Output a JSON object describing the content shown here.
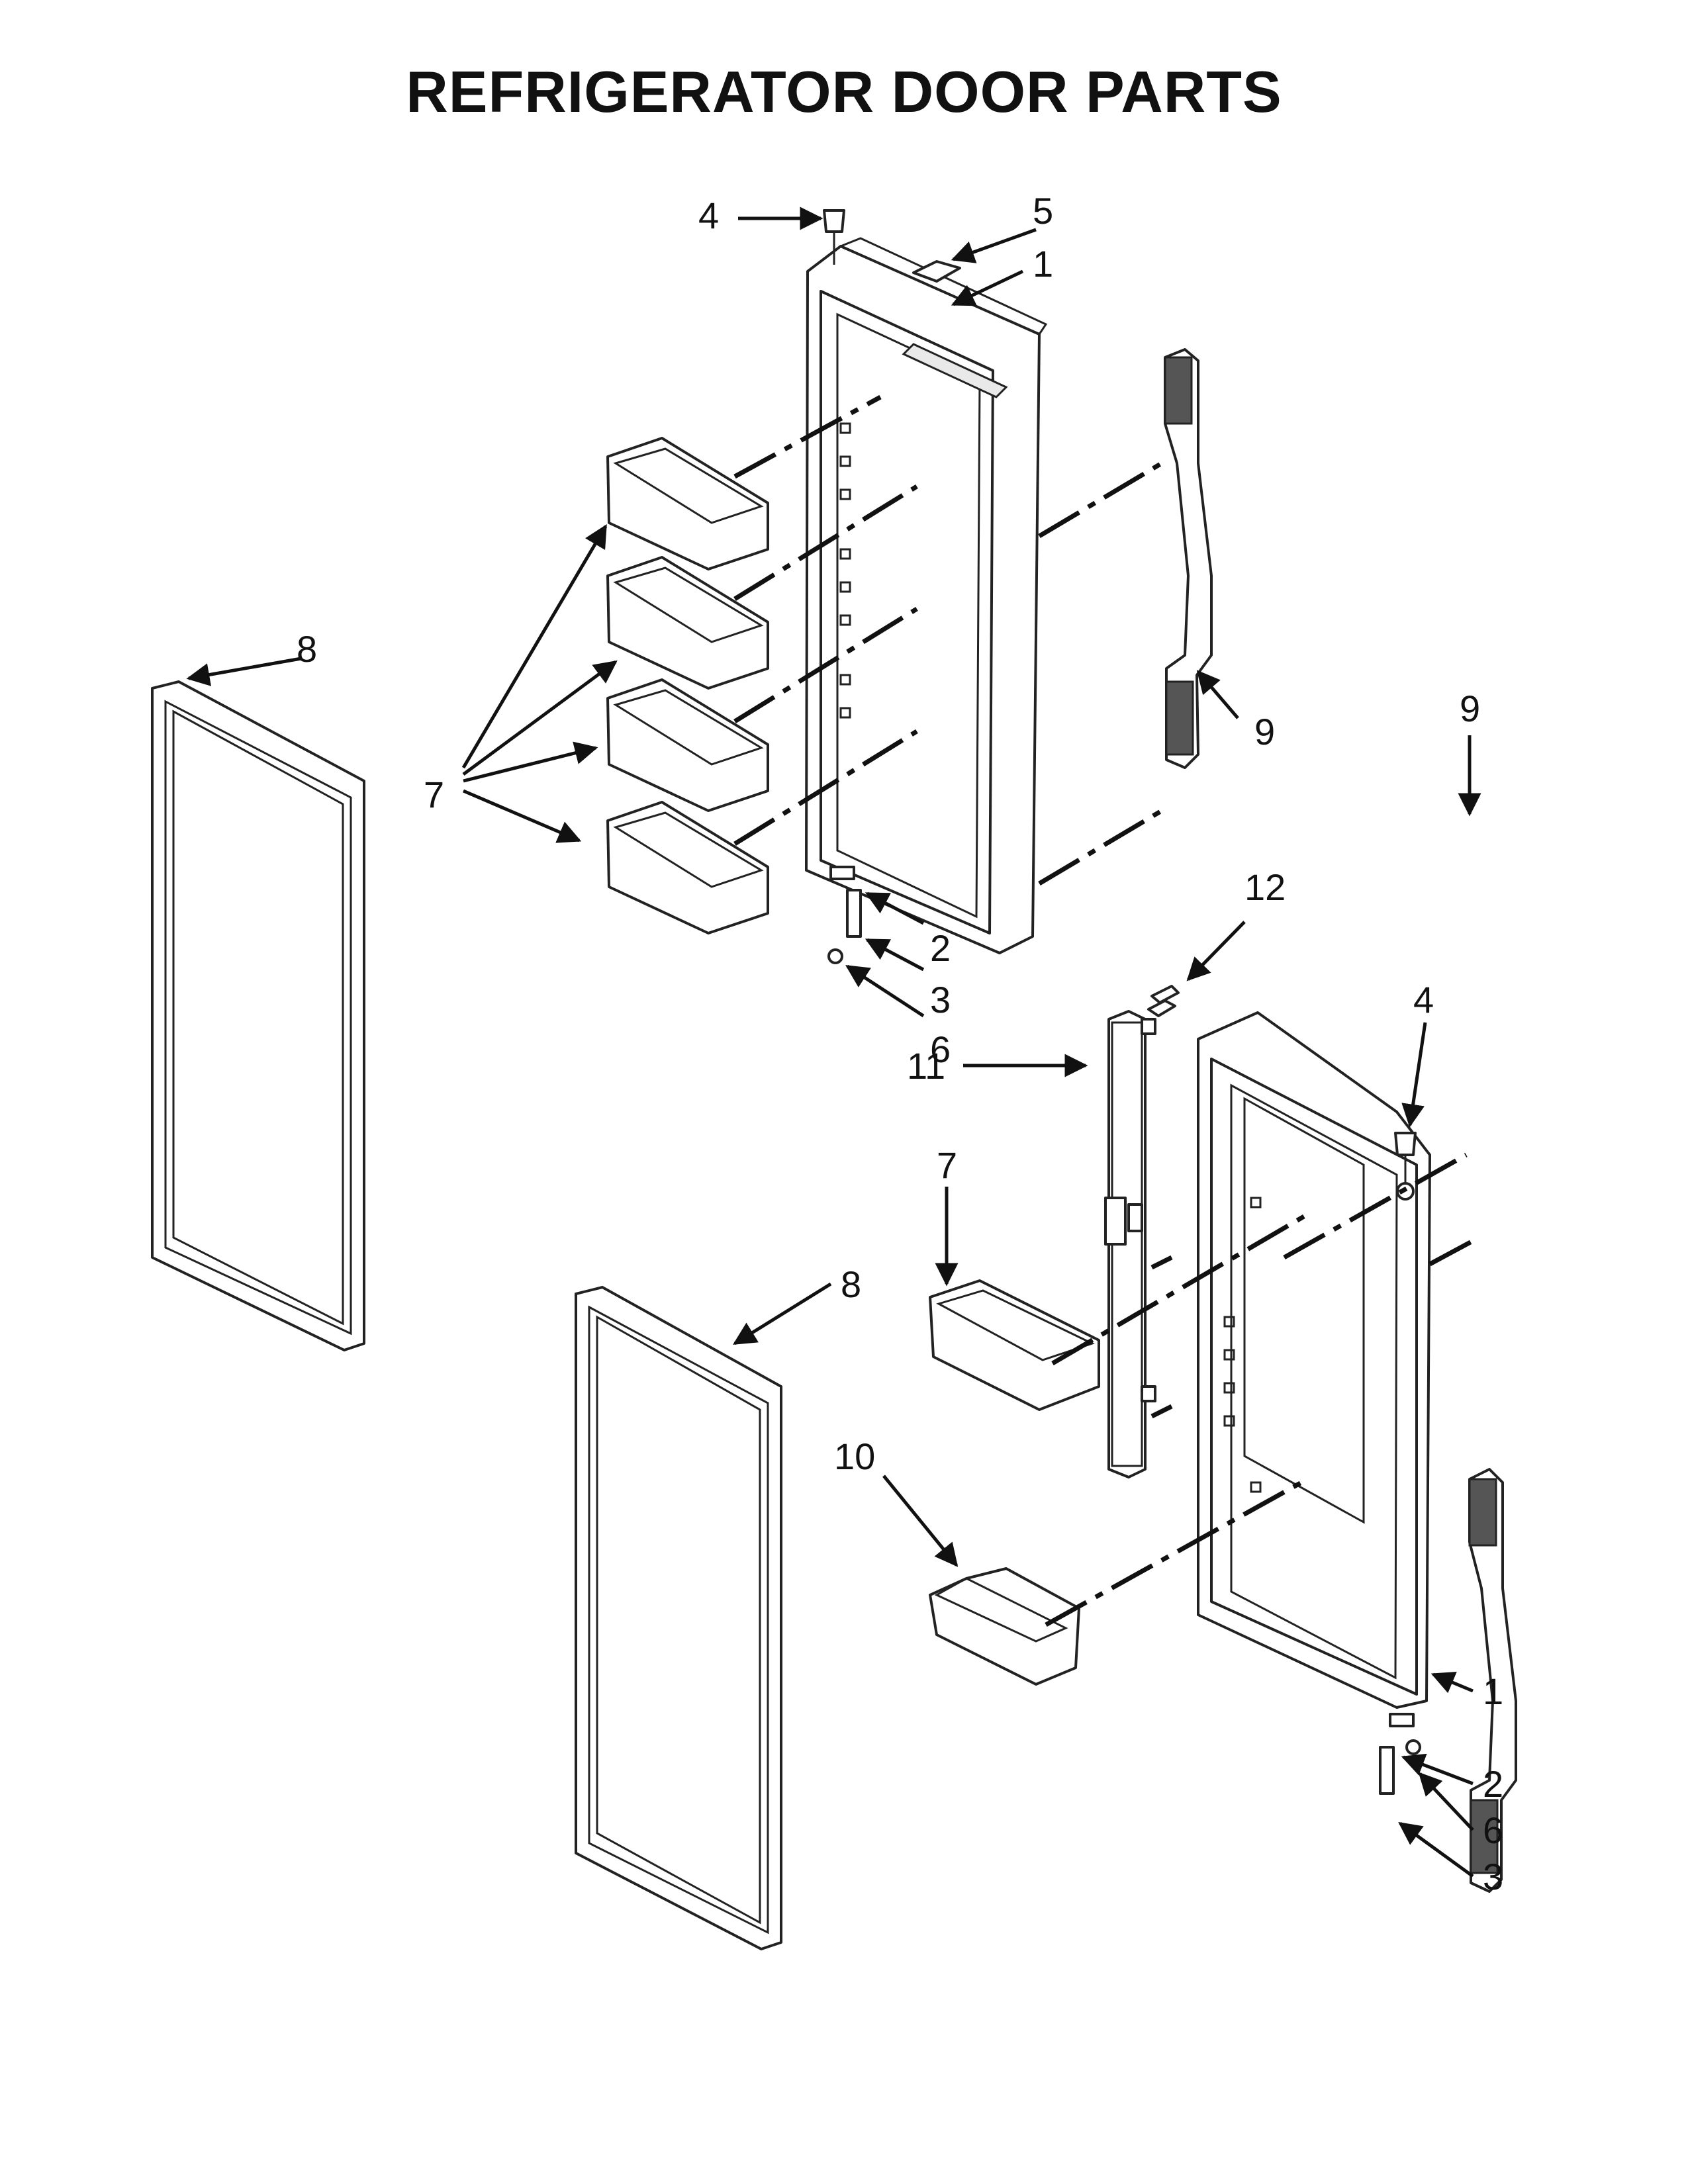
{
  "title": "REFRIGERATOR DOOR PARTS",
  "callouts": {
    "c1a": "1",
    "c1b": "1",
    "c2a": "2",
    "c2b": "2",
    "c3a": "3",
    "c3b": "3",
    "c4a": "4",
    "c4b": "4",
    "c5": "5",
    "c6a": "6",
    "c6b": "6",
    "c7a": "7",
    "c7b": "7",
    "c8a": "8",
    "c8b": "8",
    "c9a": "9",
    "c9b": "9",
    "c10": "10",
    "c11": "11",
    "c12": "12"
  }
}
